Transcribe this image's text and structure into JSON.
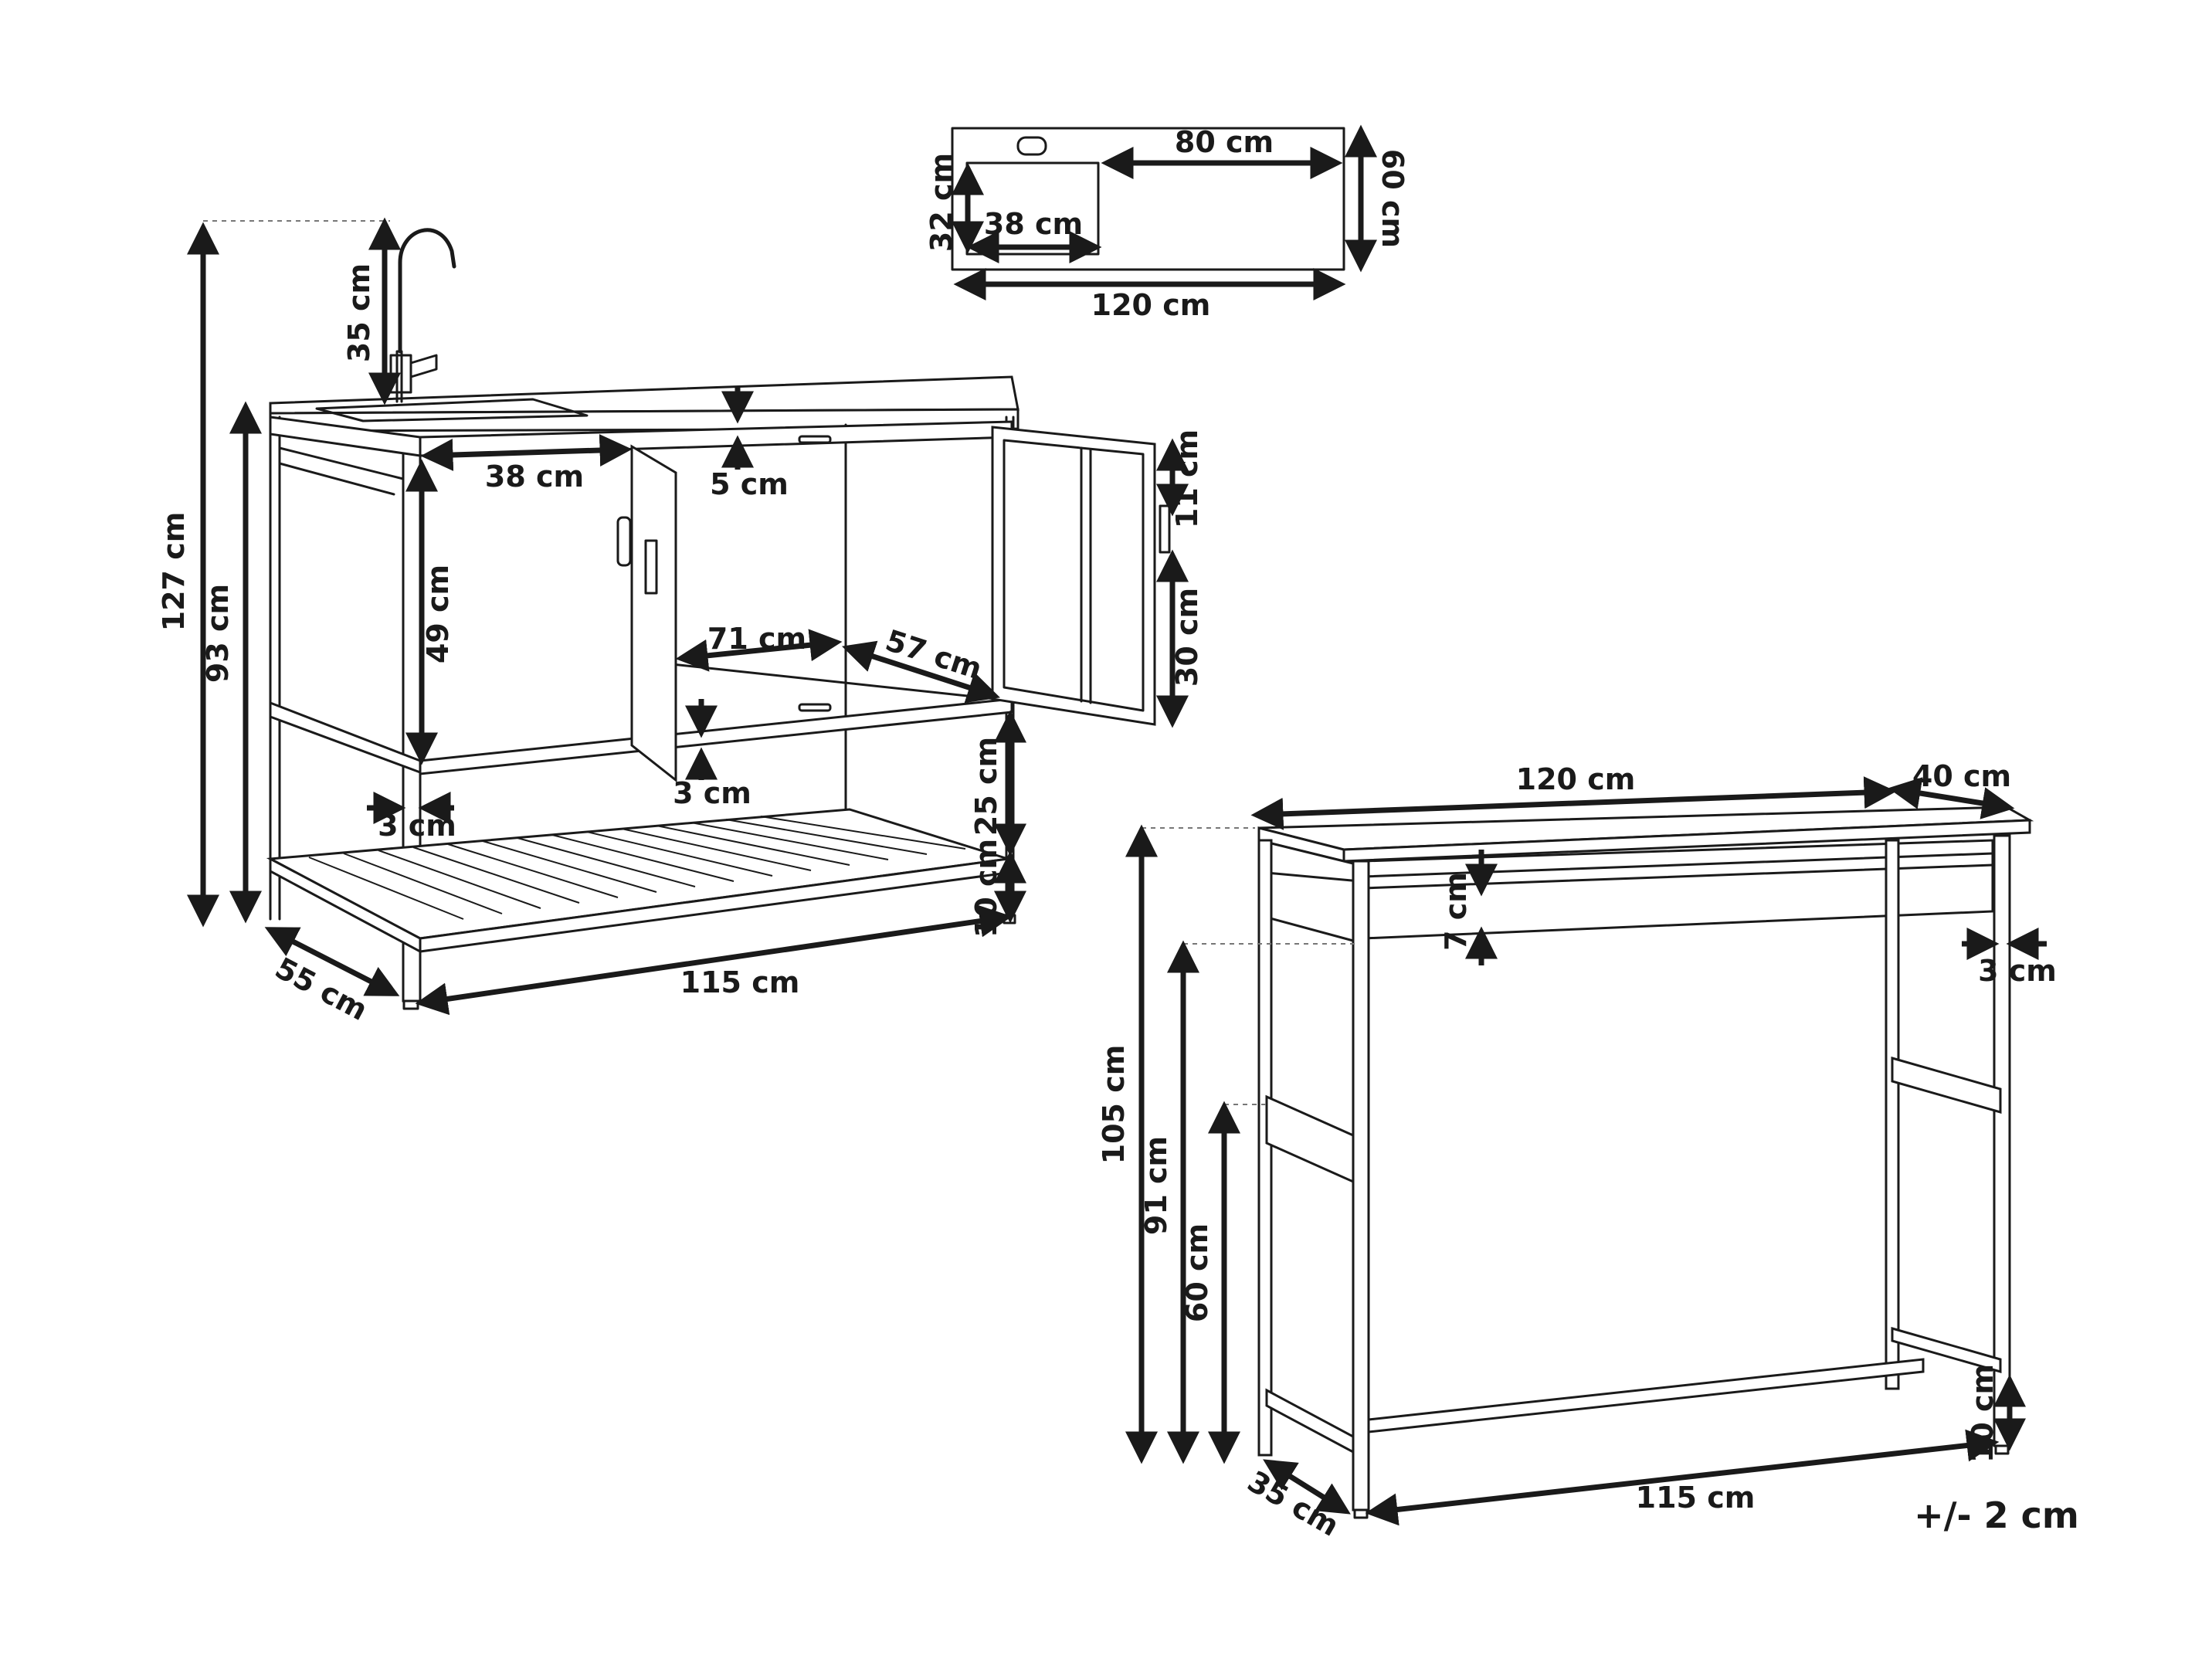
{
  "dimensions": {
    "top_120": "120 cm",
    "top_80": "80 cm",
    "top_60": "60 cm",
    "top_32": "32 cm",
    "top_38": "38 cm",
    "s_127": "127 cm",
    "s_35": "35 cm",
    "s_93": "93 cm",
    "s_49": "49 cm",
    "s_38": "38 cm",
    "s_5": "5 cm",
    "s_71": "71 cm",
    "s_57": "57 cm",
    "s_11": "11 cm",
    "s_30": "30 cm",
    "s_3a": "3 cm",
    "s_3b": "3 cm",
    "s_25": "25 cm",
    "s_10": "10 cm",
    "s_55": "55 cm",
    "s_115": "115 cm",
    "t_120": "120 cm",
    "t_40": "40 cm",
    "t_7": "7 cm",
    "t_3": "3 cm",
    "t_105": "105 cm",
    "t_91": "91 cm",
    "t_60": "60 cm",
    "t_10": "10 cm",
    "t_35": "35 cm",
    "t_115": "115 cm"
  },
  "tolerance": "+/- 2 cm"
}
